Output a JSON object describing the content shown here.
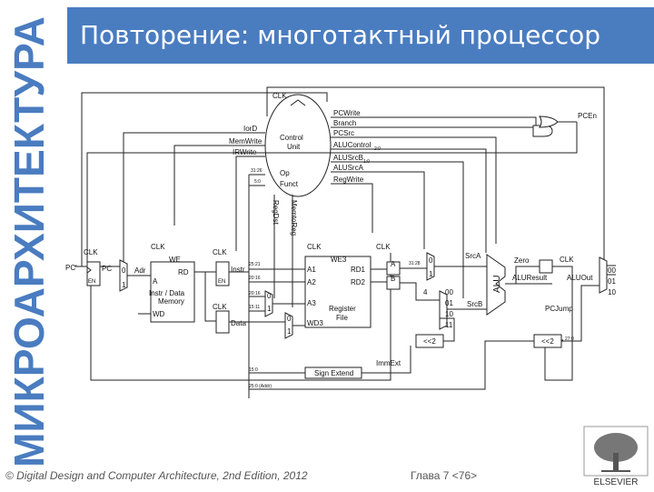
{
  "side_title": "МИКРОАРХИТЕКТУРА",
  "slide_title": "Повторение: многотактный процессор",
  "footer": {
    "credit": "© Digital Design and Computer Architecture, 2nd Edition, 2012",
    "chapter": "Глава 7 <76>"
  },
  "logo": {
    "name": "tree-logo",
    "text": "ELSEVIER"
  },
  "diagram": {
    "clk": "CLK",
    "pc": "PC",
    "pc_reg": "PC'",
    "en": "EN",
    "zero": "0",
    "one": "1",
    "adr": "Adr",
    "memory": {
      "we": "WE",
      "a": "A",
      "rd": "RD",
      "wd": "WD",
      "name1": "Instr / Data",
      "name2": "Memory"
    },
    "instr": "Instr",
    "data": "Data",
    "control": {
      "name1": "Control",
      "name2": "Unit",
      "op": "Op",
      "funct": "Funct"
    },
    "control_left": [
      "IorD",
      "MemWrite",
      "IRWrite"
    ],
    "control_right": [
      "PCWrite",
      "Branch",
      "PCSrc",
      "ALUControl",
      "ALUSrcB",
      "ALUSrcA",
      "RegWrite"
    ],
    "control_sub": {
      "alucontrol": "2:0",
      "alusrcb": "1:0"
    },
    "regdst": "RegDst",
    "memtoreg": "MemtoReg",
    "bits": {
      "op": "31:26",
      "funct": "5:0",
      "rs": "25:21",
      "rt": "20:16",
      "rt2": "20:16",
      "rd": "15:11",
      "imm": "15:0",
      "jaddr": "25:0 (Addr)",
      "pcjump": "27:0",
      "srca_bits": "31:28"
    },
    "regfile": {
      "we3": "WE3",
      "a1": "A1",
      "a2": "A2",
      "a3": "A3",
      "wd3": "WD3",
      "rd1": "RD1",
      "rd2": "RD2",
      "name1": "Register",
      "name2": "File"
    },
    "reg_a": "A",
    "reg_b": "B",
    "four": "4",
    "srcb_in": [
      "00",
      "01",
      "10",
      "11"
    ],
    "srca": "SrcA",
    "srcb": "SrcB",
    "alu": "ALU",
    "zero_flag": "Zero",
    "aluresult": "ALUResult",
    "aluout": "ALUOut",
    "pcsrc_in": [
      "00",
      "01",
      "10"
    ],
    "pcjump": "PCJump",
    "shift": "<<2",
    "sign_extend": "Sign Extend",
    "immext": "ImmExt",
    "pcen": "PCEn"
  }
}
